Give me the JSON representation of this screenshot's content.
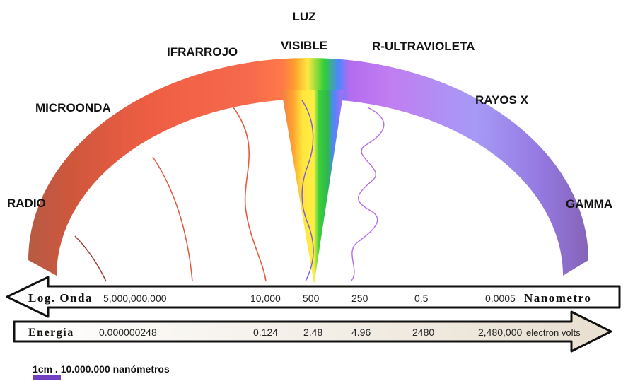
{
  "bands": {
    "radio": "RADIO",
    "microwave": "MICROONDA",
    "infrared": "IFRARROJO",
    "visible_line1": "LUZ",
    "visible_line2": "VISIBLE",
    "ultraviolet": "R-ULTRAVIOLETA",
    "xray": "RAYOS X",
    "gamma": "GAMMA"
  },
  "wavelength_scale": {
    "label": "Log. Onda",
    "unit": "Nanometro",
    "values": [
      "5,000,000,000",
      "10,000",
      "500",
      "250",
      "0.5",
      "0.0005"
    ]
  },
  "energy_scale": {
    "label": "Energia",
    "unit": "electron volts",
    "values": [
      "0.000000248",
      "0.124",
      "2.48",
      "4.96",
      "2480",
      "2,480,000"
    ]
  },
  "scale_note": "1cm . 10.000.000 nanómetros",
  "colors": {
    "radio": "#b8503a",
    "microwave": "#f06548",
    "infrared": "#fa7050",
    "red": "#ff3b2f",
    "orange": "#ff9a2e",
    "yellow": "#ffe940",
    "green": "#2fcf3a",
    "blue": "#3a7bff",
    "violet": "#b26cf0",
    "ultraviolet": "#c37ef0",
    "xray": "#9fa0f5",
    "gamma": "#8a72c8",
    "scale_line": "#7040c0"
  }
}
